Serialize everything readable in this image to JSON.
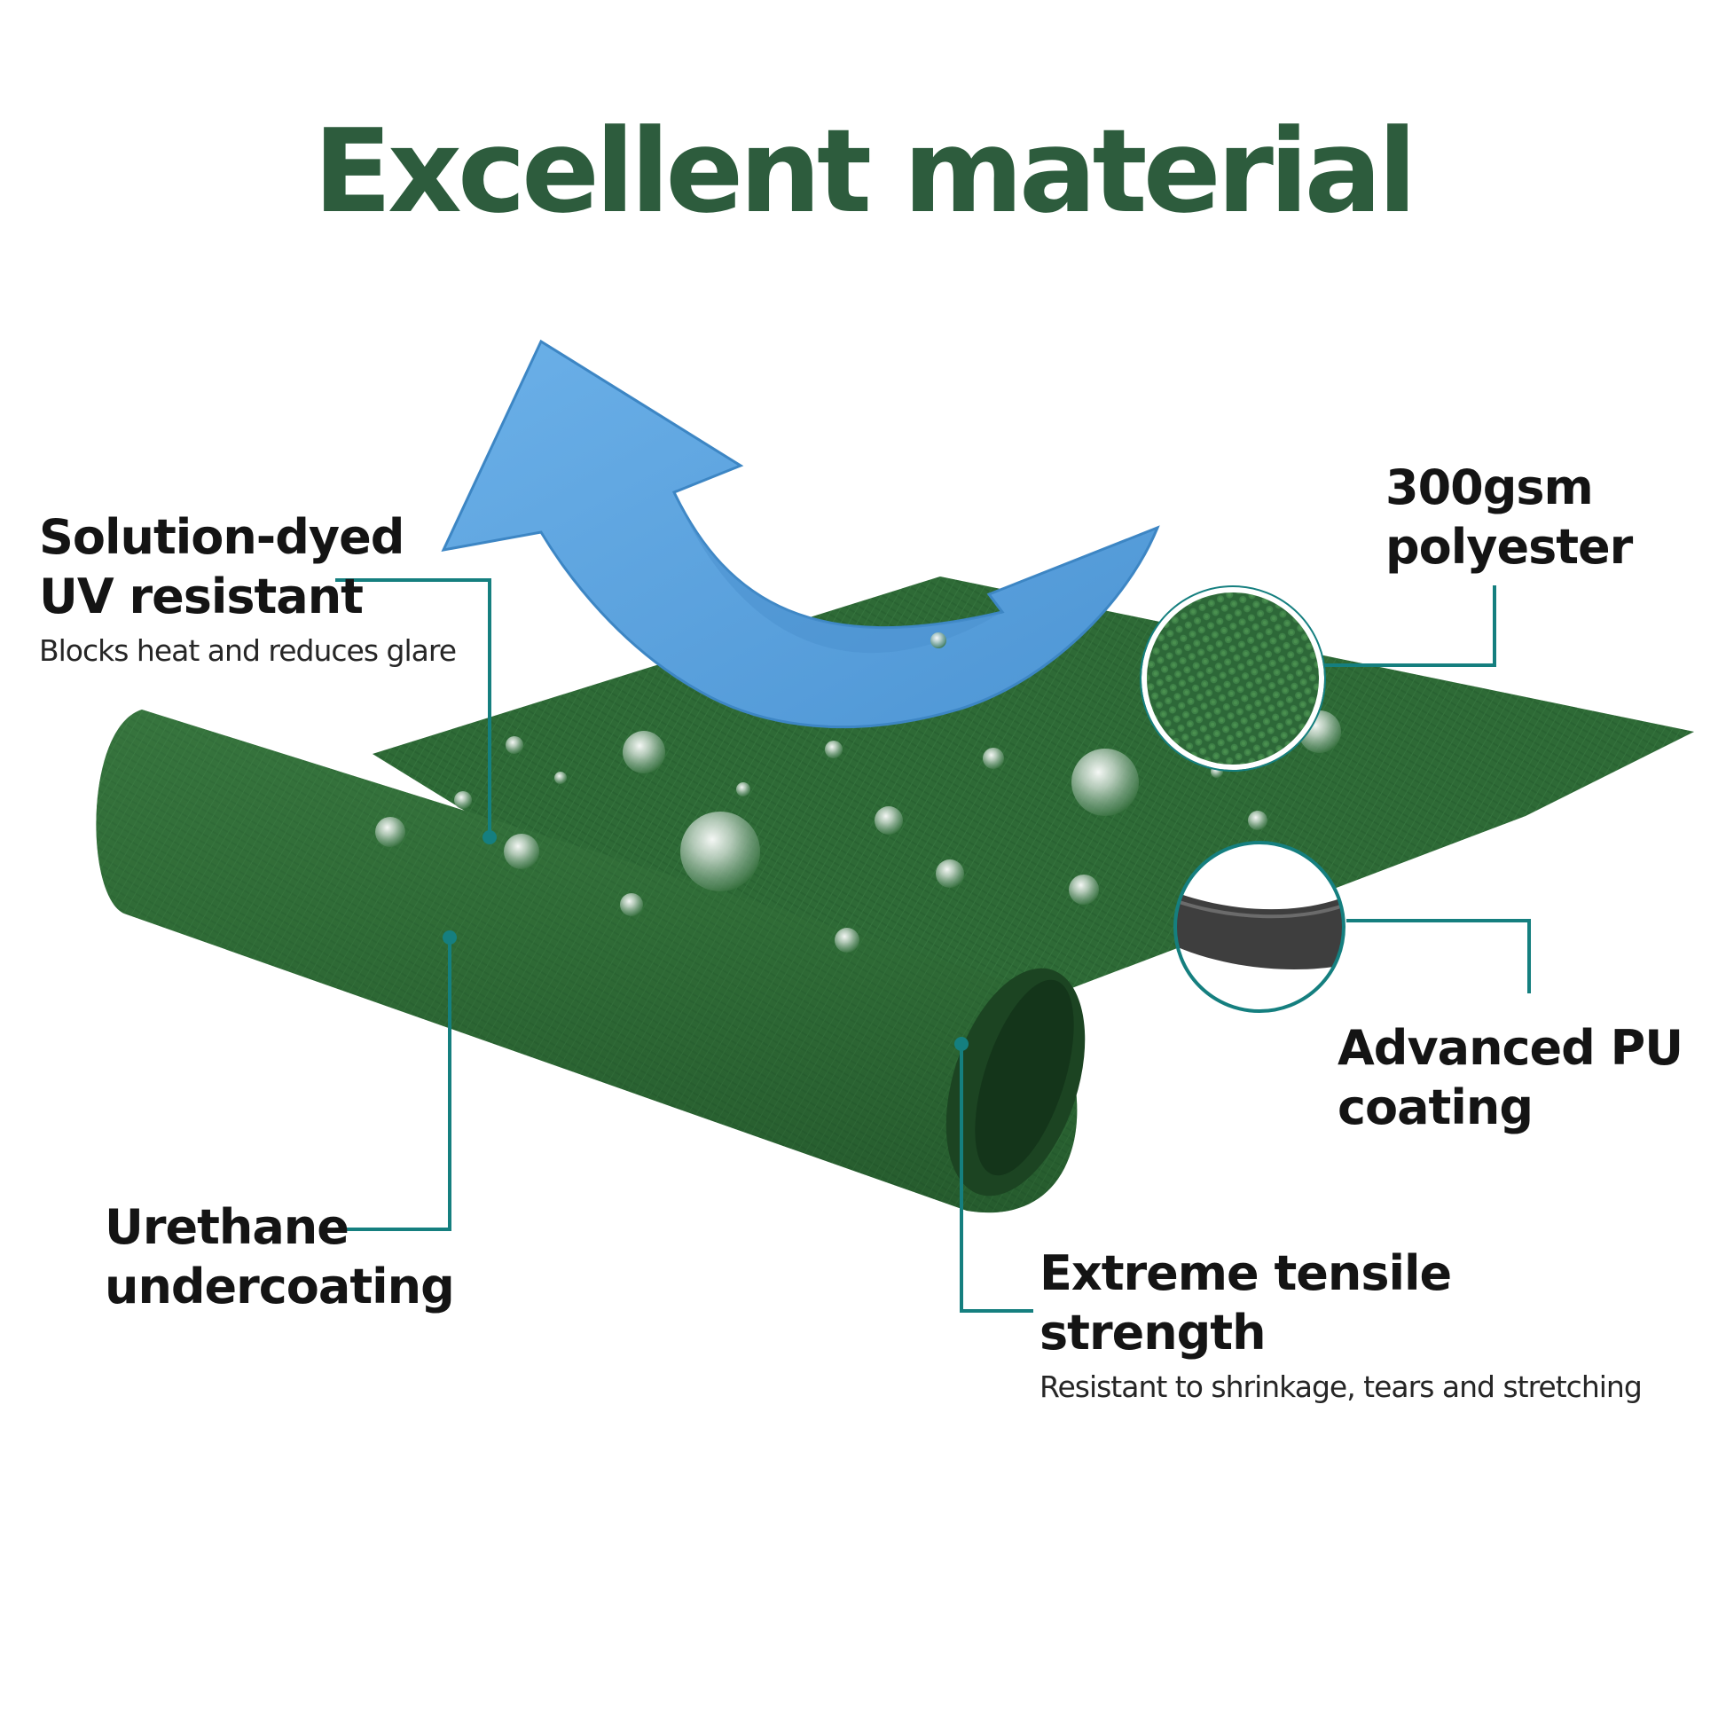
{
  "title": "Excellent material",
  "callouts": {
    "uv": {
      "line1": "Solution-dyed",
      "line2": "UV resistant",
      "sub": "Blocks heat and reduces glare"
    },
    "polyester": {
      "line1": "300gsm",
      "line2": "polyester"
    },
    "pu_coating": {
      "line1": "Advanced PU",
      "line2": "coating"
    },
    "urethane": {
      "line1": "Urethane",
      "line2": "undercoating"
    },
    "tensile": {
      "line1": "Extreme tensile",
      "line2": "strength",
      "sub": "Resistant to shrinkage, tears and stretching"
    }
  },
  "colors": {
    "title": "#2d5c3d",
    "fabric": "#2f6b36",
    "arrow": "#5aa2dc",
    "leader_line": "#157f7f",
    "text": "#141414"
  },
  "icons": {
    "arrow": "curved-up-arrow-icon",
    "droplets": "water-droplet-icon",
    "weave_zoom": "magnifier-circle-icon"
  }
}
